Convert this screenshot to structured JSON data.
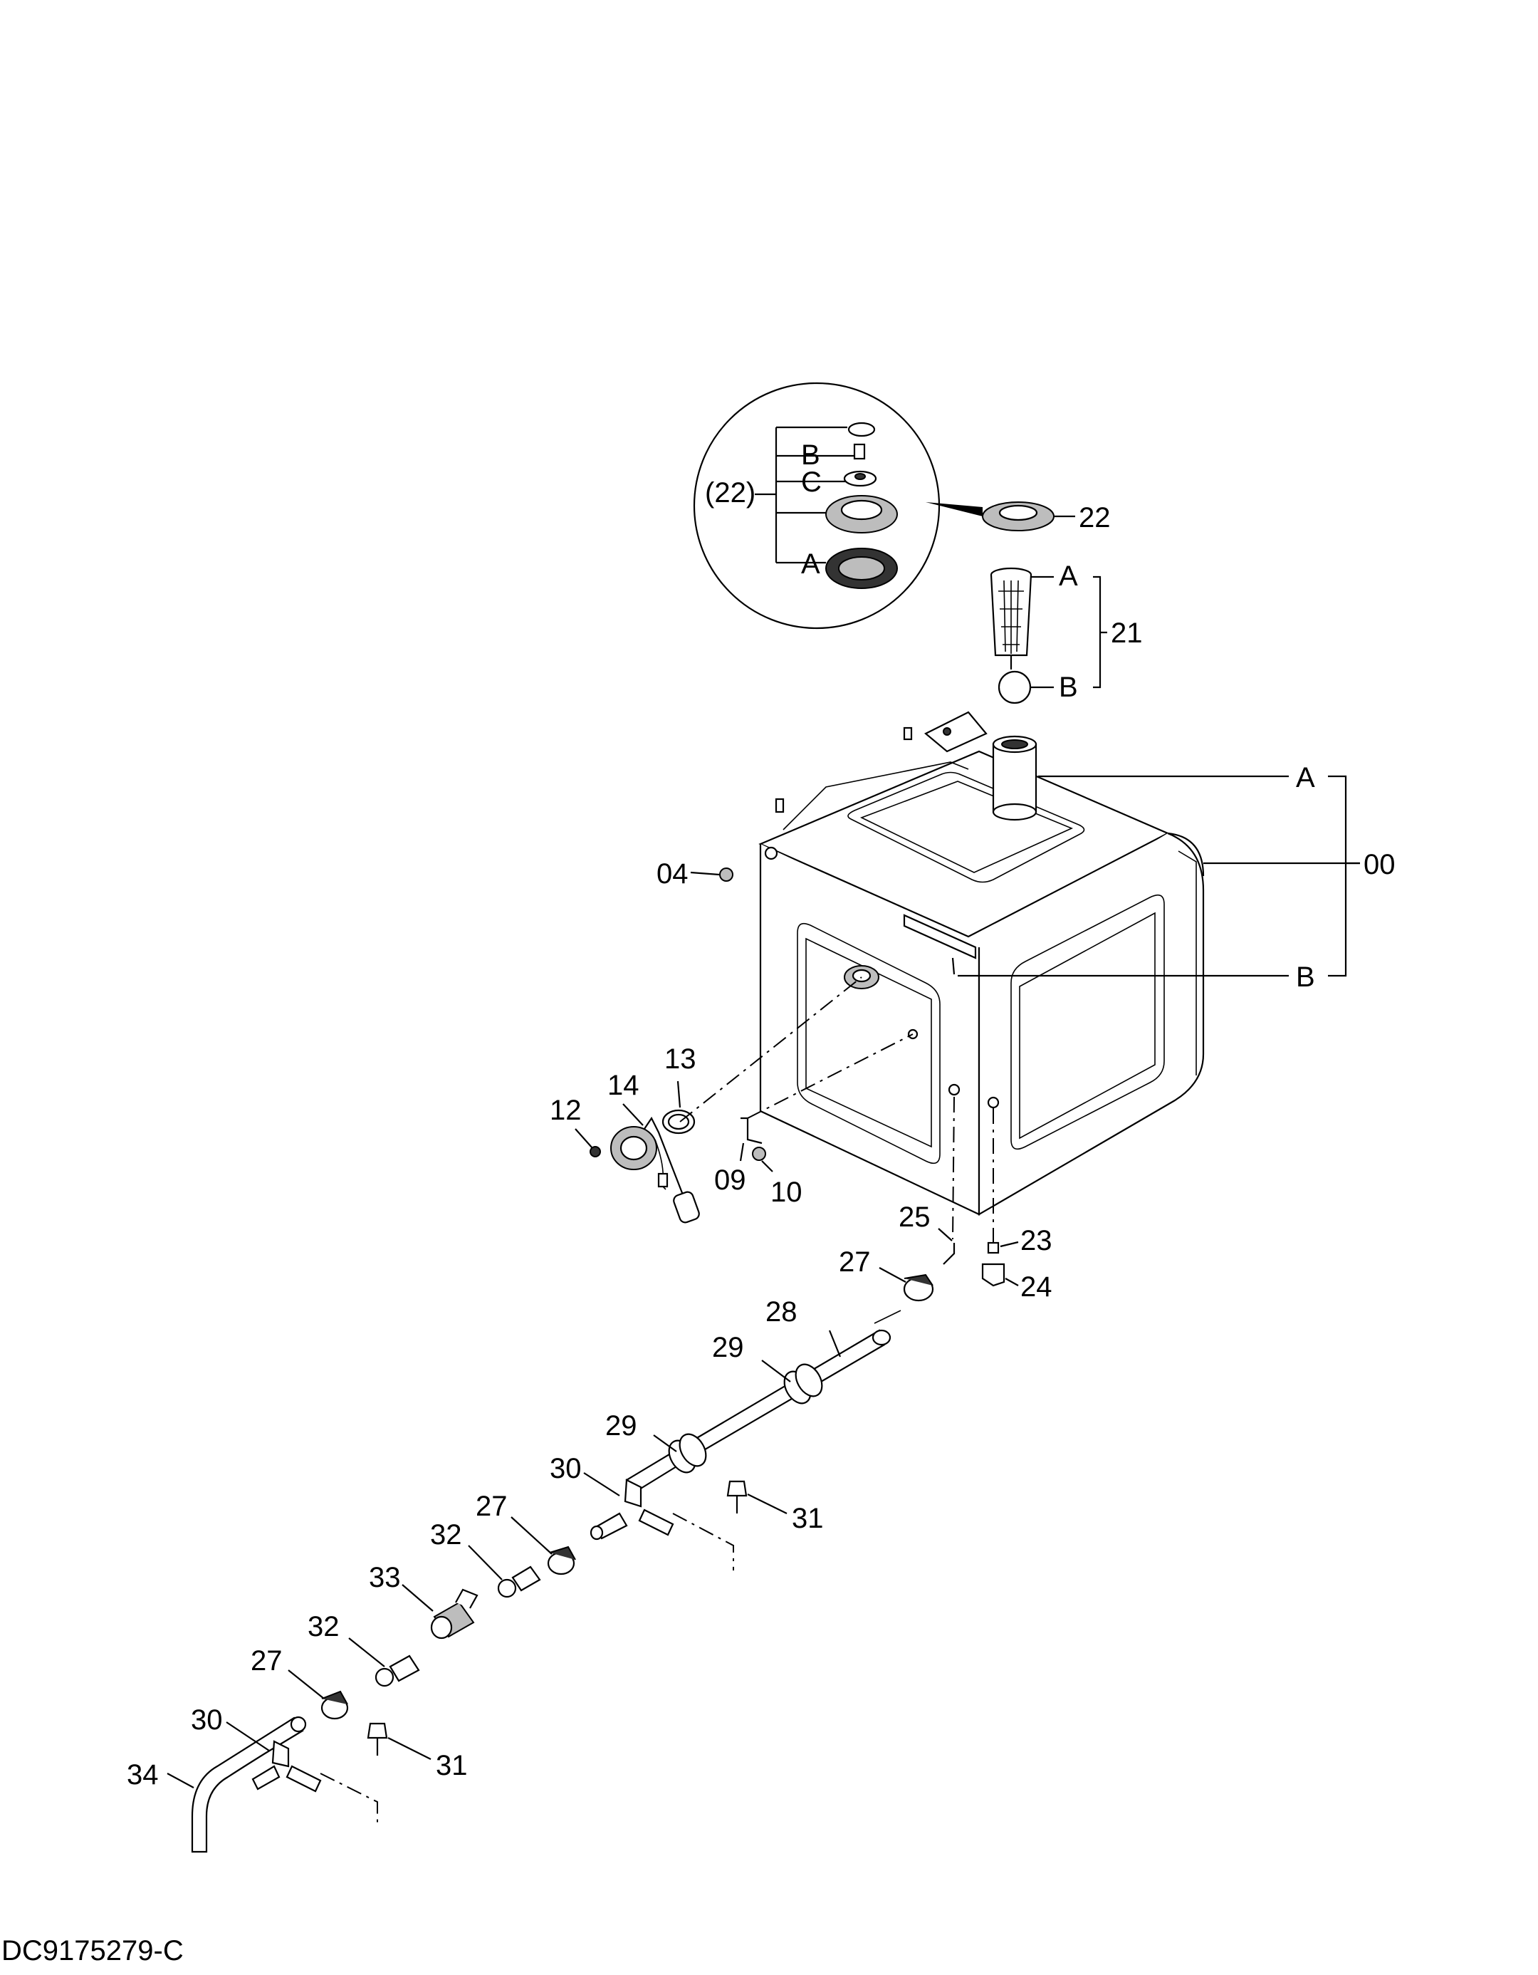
{
  "labels": {
    "cap_22": "22",
    "strainer_21": "21",
    "strainer_A": "A",
    "strainer_B": "B",
    "tank_00": "00",
    "tank_A": "A",
    "tank_B": "B",
    "p04": "04",
    "p09": "09",
    "p10": "10",
    "p12": "12",
    "p13": "13",
    "p14": "14",
    "p23": "23",
    "p24": "24",
    "p25": "25",
    "p27_a": "27",
    "p27_b": "27",
    "p27_c": "27",
    "p28": "28",
    "p29_a": "29",
    "p29_b": "29",
    "p30_a": "30",
    "p30_b": "30",
    "p31_a": "31",
    "p31_b": "31",
    "p32_a": "32",
    "p32_b": "32",
    "p33": "33",
    "p34": "34"
  },
  "detail": {
    "group_label": "(22)",
    "B": "B",
    "C": "C",
    "A": "A"
  },
  "document_number": "DC9175279-C"
}
